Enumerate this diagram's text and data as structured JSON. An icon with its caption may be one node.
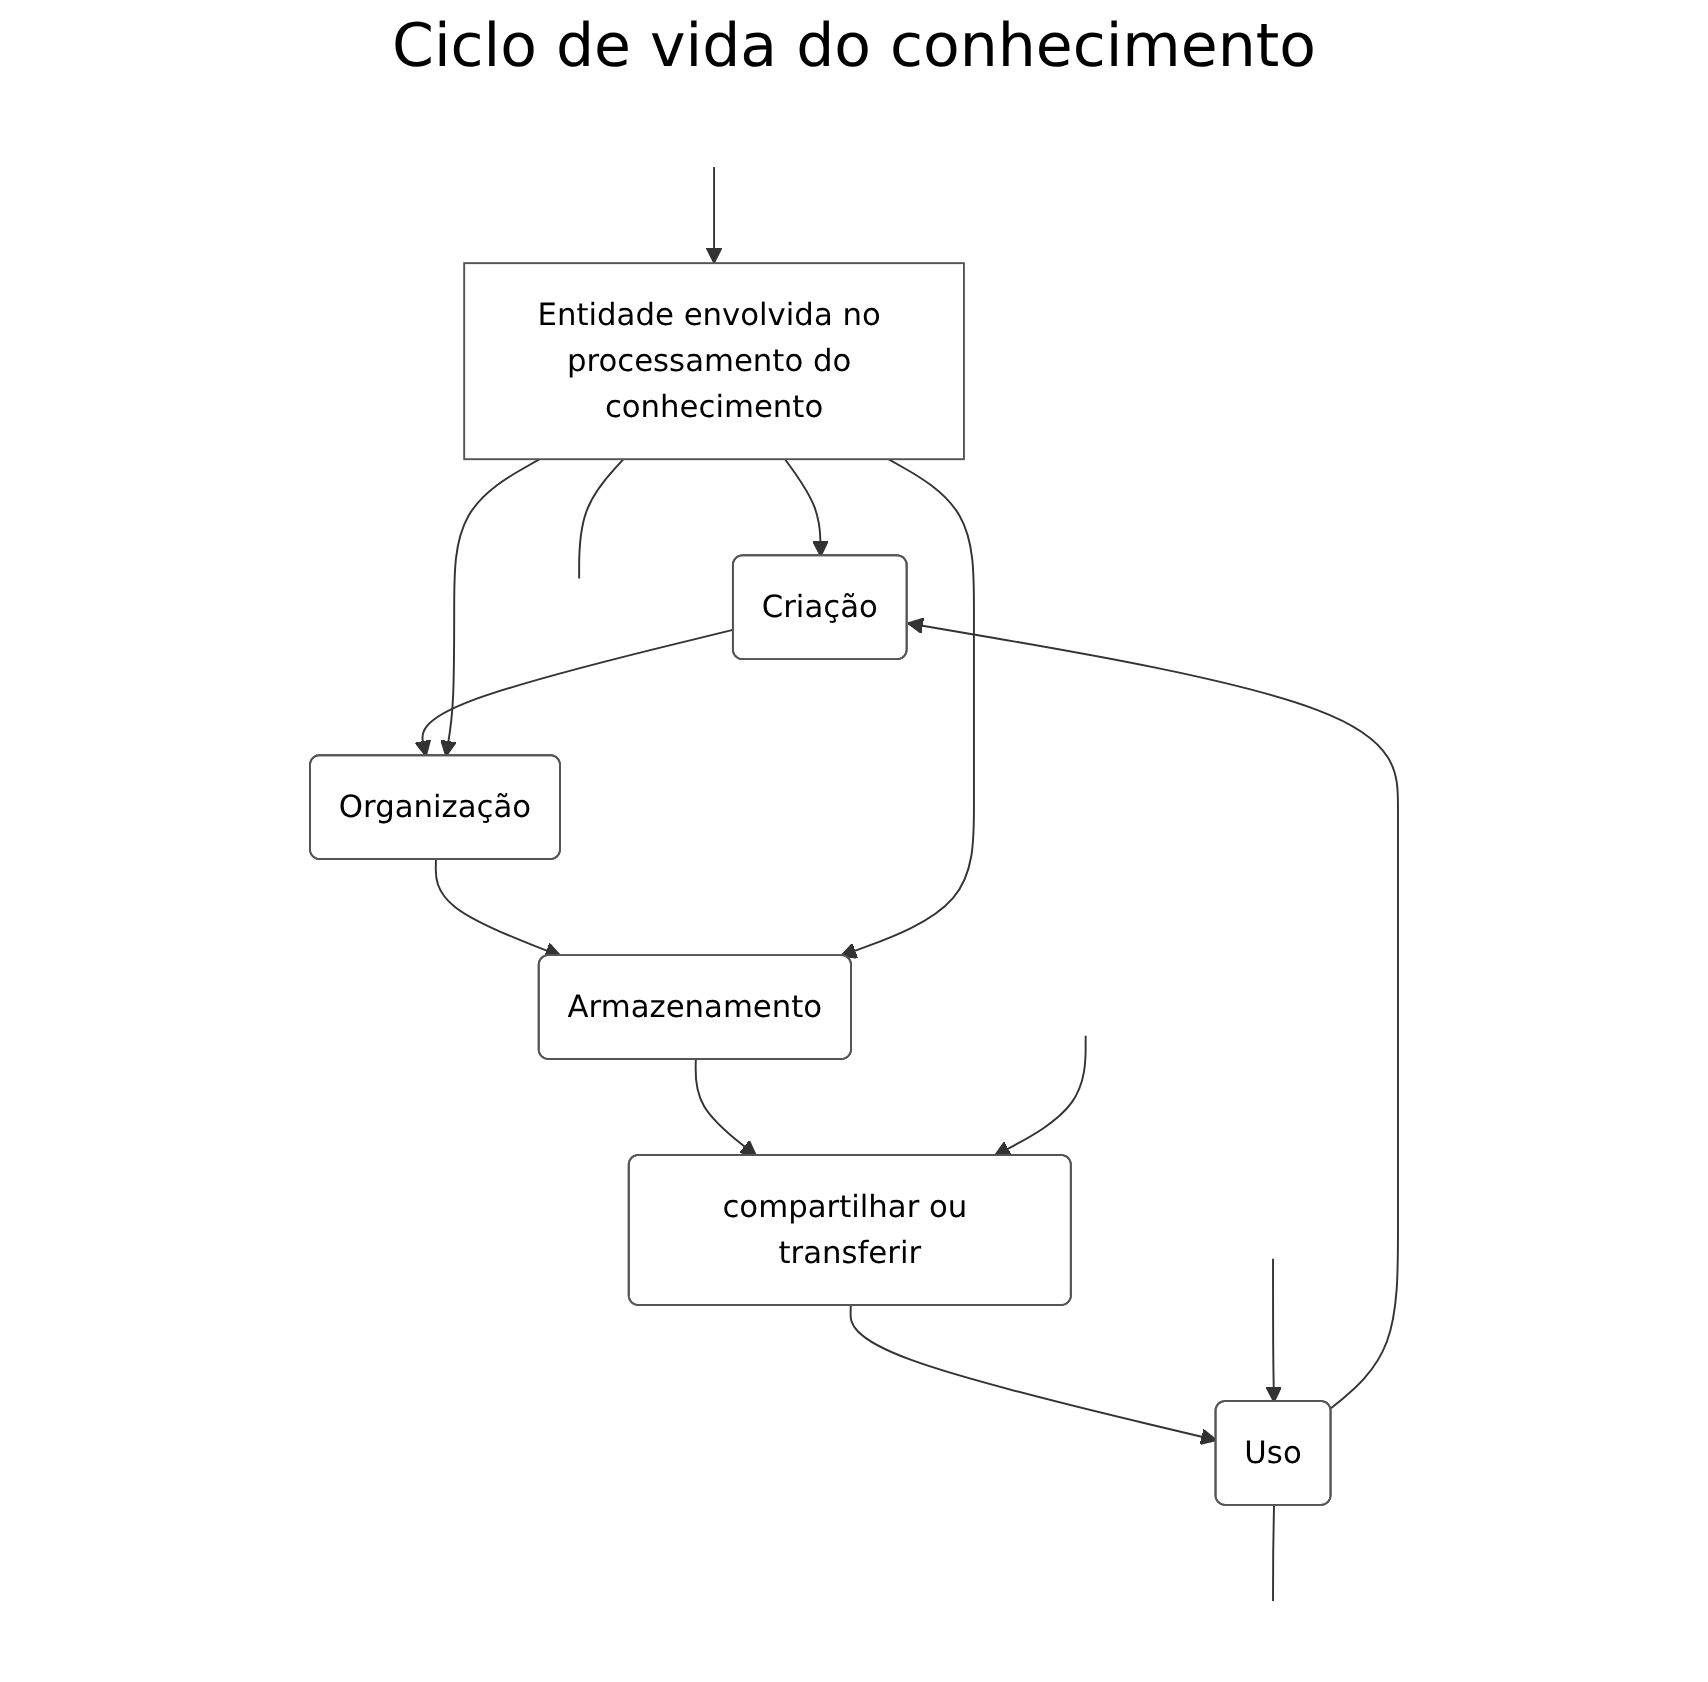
{
  "diagram": {
    "nodes": [
      {
        "text": [
          "Entidade envolvida no processamento do conhecimento"
        ]
      },
      {
        "text": [
          "Criação"
        ]
      },
      {
        "text": [
          "Organização"
        ]
      },
      {
        "text": [
          "Armazenamento"
        ]
      },
      {
        "text": [
          "compartilhar ou transferir"
        ]
      },
      {
        "text": [
          "Uso"
        ]
      }
    ],
    "edges": [
      {
        "from": 1,
        "to": 2,
        "arrow": "to"
      },
      {
        "from": 2,
        "to": 3,
        "arrow": "to"
      },
      {
        "from": 3,
        "to": 4,
        "arrow": "to"
      },
      {
        "from": 4,
        "to": 5,
        "arrow": "to"
      },
      {
        "from": 5,
        "to": 1,
        "arrow": "to"
      },
      {
        "from": 0,
        "to": 1,
        "arrow": "to"
      },
      {
        "from": 0,
        "to": 2,
        "arrow": "to"
      },
      {
        "from": 0,
        "to": 3,
        "arrow": "to"
      },
      {
        "from": 0,
        "to": null,
        "arrow": "none"
      },
      {
        "from": null,
        "to": 0,
        "arrow": "to"
      },
      {
        "from": 5,
        "to": null,
        "arrow": "none"
      },
      {
        "from": null,
        "to": 5,
        "arrow": "to"
      },
      {
        "from": null,
        "to": 4,
        "arrow": "to"
      }
    ],
    "labels": [
      "Ciclo de vida do conhecimento"
    ]
  }
}
